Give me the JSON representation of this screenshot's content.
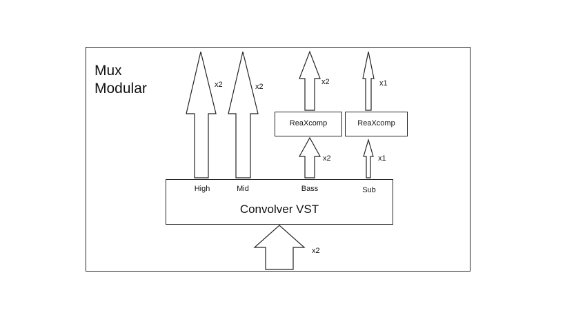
{
  "title_lines": [
    "Mux",
    "Modular"
  ],
  "main_block": {
    "label": "Convolver VST",
    "bands": [
      "High",
      "Mid",
      "Bass",
      "Sub"
    ]
  },
  "compressors": [
    "ReaXcomp",
    "ReaXcomp"
  ],
  "multipliers": {
    "input": "x2",
    "high_out": "x2",
    "mid_out": "x2",
    "bass_in": "x2",
    "bass_out": "x2",
    "sub_in": "x1",
    "sub_out": "x1"
  }
}
